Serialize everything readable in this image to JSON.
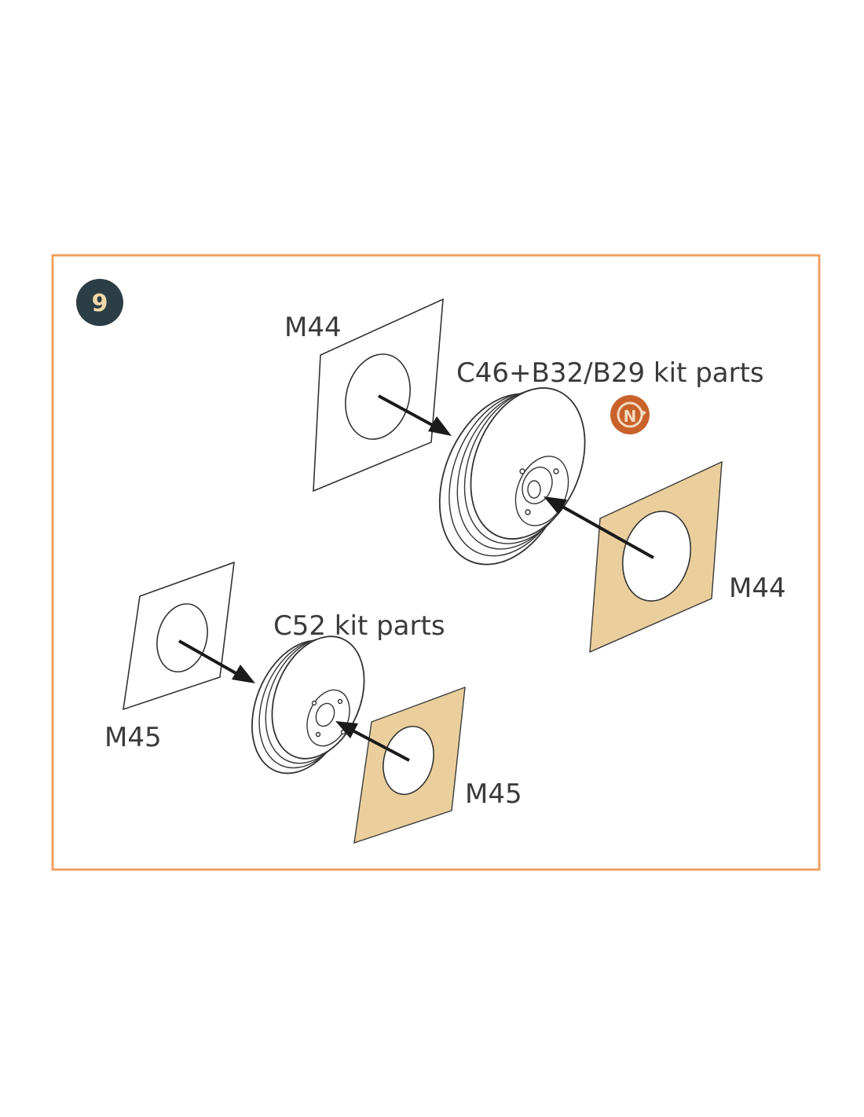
{
  "step": {
    "number": "9"
  },
  "colors": {
    "frame": "#f0a063",
    "step_badge": "#2c3e45",
    "mask_tan": "#eacf9d",
    "new_badge": "#c8622a"
  },
  "labels": {
    "mask_top_left": "M44",
    "wheel_large": "C46+B32/B29 kit parts",
    "mask_right": "M44",
    "wheel_small": "C52 kit parts",
    "mask_bottom_left": "M45",
    "mask_bottom_right": "M45",
    "new_badge_letter": "N"
  },
  "icons": {
    "new_badge": "orientation-n-icon"
  }
}
